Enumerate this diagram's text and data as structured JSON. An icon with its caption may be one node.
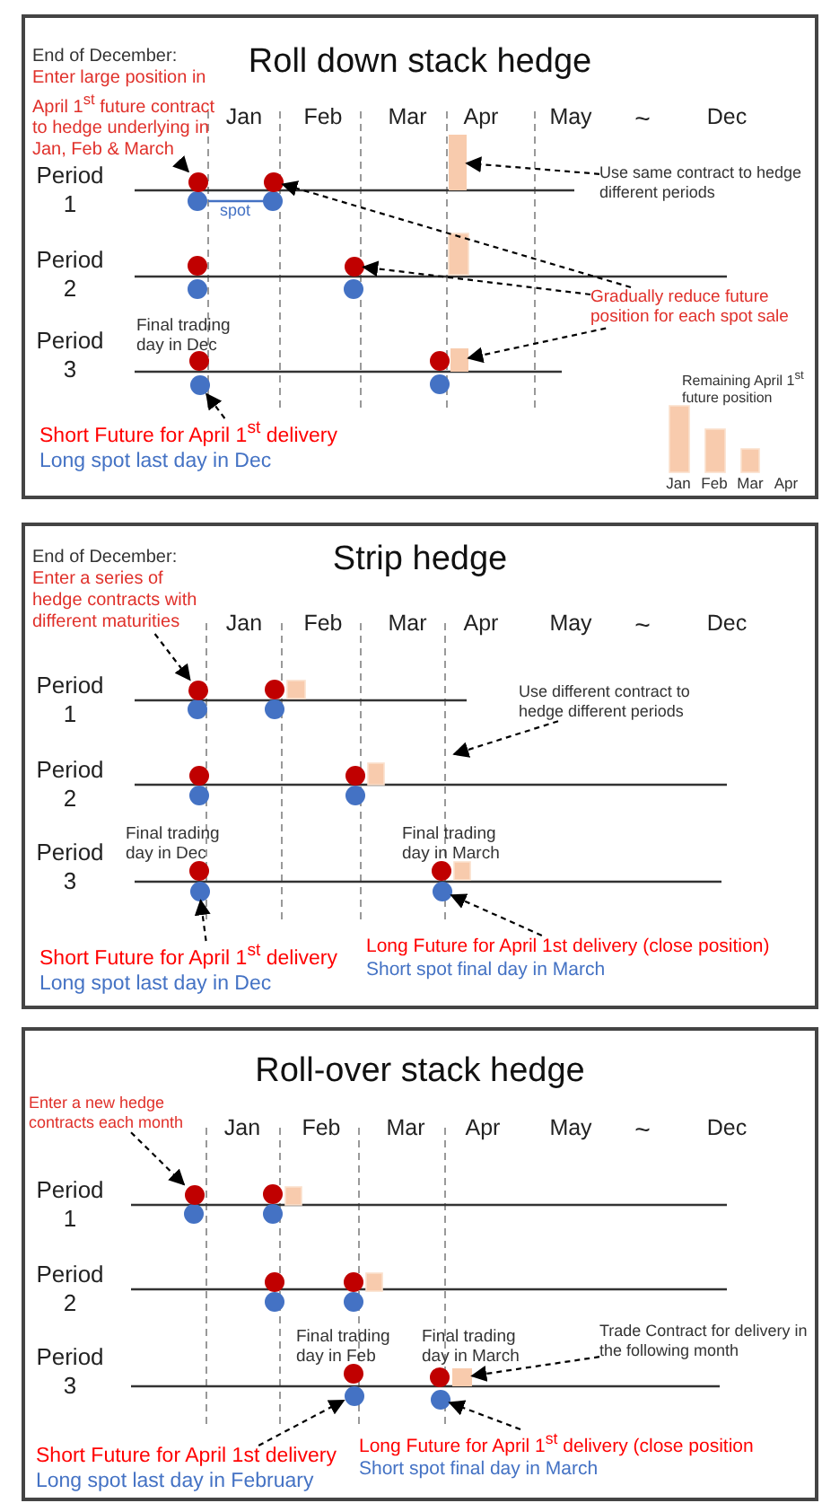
{
  "diagram": {
    "nodes": [
      {
        "text": [
          "Roll down stack hedge"
        ]
      },
      {
        "text": [
          "End of December:",
          "Enter large position in April 1$^{st}$ future contract to hedge underlying in Jan, Feb & March"
        ],
        "in": 0
      },
      {
        "text": [],
        "shape": "circle",
        "in": 0
      },
      {
        "text": [],
        "shape": "circle",
        "in": 0
      },
      {
        "text": [],
        "shape": "bar",
        "in": 0
      },
      {
        "text": [
          "Use same contract to hedge different periods"
        ],
        "in": 0
      },
      {
        "text": [],
        "shape": "circle",
        "in": 0
      },
      {
        "text": [
          "Gradually reduce future position for each spot sale"
        ],
        "in": 0
      },
      {
        "text": [],
        "shape": "bar",
        "in": 0
      },
      {
        "text": [],
        "shape": "circle",
        "in": 0
      },
      {
        "text": [
          "Short Future for April 1$^{st}$ delivery",
          "Long spot last day in Dec"
        ],
        "in": 0
      },
      {
        "text": [
          "Strip hedge"
        ]
      },
      {
        "text": [
          "End of December:",
          "Enter a series of hedge contracts with different maturities"
        ],
        "in": 11
      },
      {
        "text": [],
        "shape": "circle",
        "in": 11
      },
      {
        "text": [
          "Use different contract to hedge different periods"
        ],
        "in": 11
      },
      {
        "text": [],
        "shape": "circle",
        "in": 11
      },
      {
        "text": [],
        "shape": "circle",
        "in": 11
      },
      {
        "text": [
          "Short Future for April 1$^{st}$ delivery",
          "Long spot last day in Dec"
        ],
        "in": 11
      },
      {
        "text": [
          "Long Future for April 1st delivery (close position)",
          "Short spot final day in March"
        ],
        "in": 11
      },
      {
        "text": [
          "Roll-over stack hedge"
        ]
      },
      {
        "text": [
          "Enter a new hedge contracts each month"
        ],
        "in": 19
      },
      {
        "text": [],
        "shape": "circle",
        "in": 19
      },
      {
        "text": [
          "Trade Contract for delivery in the following month"
        ],
        "in": 19
      },
      {
        "text": [],
        "shape": "circle",
        "in": 19
      },
      {
        "text": [],
        "shape": "box",
        "in": 19
      },
      {
        "text": [],
        "shape": "circle",
        "in": 19
      },
      {
        "text": [
          "Short Future for April 1st delivery",
          "Long spot last day in February"
        ],
        "in": 19
      },
      {
        "text": [
          "Long Future for April 1$^{st}$ delivery (close position",
          "Short spot final day in March"
        ],
        "in": 19
      }
    ],
    "edges": [
      {
        "from": 1,
        "to": 2,
        "arrow": "to",
        "style": "dashed"
      },
      {
        "from": 5,
        "to": 4,
        "arrow": "to",
        "style": "dashed"
      },
      {
        "from": 7,
        "to": 3,
        "arrow": "to",
        "style": "dashed"
      },
      {
        "from": 7,
        "to": 6,
        "arrow": "to",
        "style": "dashed"
      },
      {
        "from": 7,
        "to": 8,
        "arrow": "to",
        "style": "dashed"
      },
      {
        "from": 10,
        "to": 9,
        "arrow": "to",
        "style": "dashed"
      },
      {
        "from": 12,
        "to": 13,
        "arrow": "to",
        "style": "dashed"
      },
      {
        "from": 14,
        "to": null,
        "arrow": "to",
        "style": "dashed"
      },
      {
        "from": 17,
        "to": 15,
        "arrow": "to",
        "style": "dashed"
      },
      {
        "from": 18,
        "to": 16,
        "arrow": "to",
        "style": "dashed"
      },
      {
        "from": 20,
        "to": 21,
        "arrow": "to",
        "style": "dashed"
      },
      {
        "from": 22,
        "to": 24,
        "arrow": "to",
        "style": "dashed"
      },
      {
        "from": 26,
        "to": 23,
        "arrow": "to",
        "style": "dashed"
      },
      {
        "from": 27,
        "to": 25,
        "arrow": "to",
        "style": "dashed"
      }
    ],
    "labels": [
      "Jan",
      "Feb",
      "Mar",
      "Apr",
      "May",
      "~",
      "Dec",
      "Period 1",
      "spot",
      "Period 2",
      "Final trading day in Dec",
      "Period 3",
      "Remaining April 1$^{st}$ future position",
      "Jan",
      "Feb",
      "Mar",
      "Apr",
      "Jan",
      "Feb",
      "Mar",
      "Apr",
      "May",
      "~",
      "Dec",
      "Period 1",
      "Period 2",
      "Final trading day in Dec",
      "Final trading day in March",
      "Period 3",
      "Jan",
      "Feb",
      "Mar",
      "Apr",
      "May",
      "~",
      "Dec",
      "Period 1",
      "Period 2",
      "Final trading day in Feb",
      "Final trading day in March",
      "Period 3"
    ]
  }
}
